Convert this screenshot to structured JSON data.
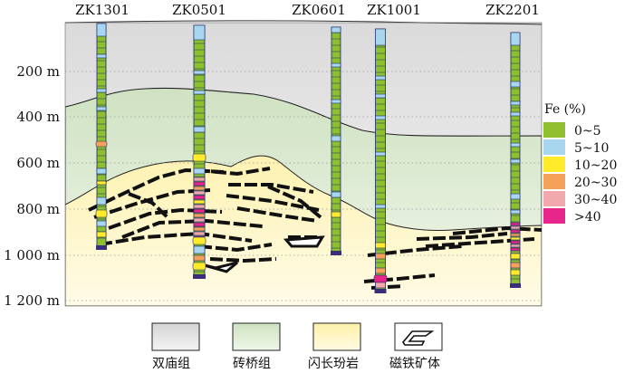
{
  "boreholes": [
    "ZK1301",
    "ZK0501",
    "ZK0601",
    "ZK1001",
    "ZK2201"
  ],
  "depth_axis": {
    "labels": [
      "200 m",
      "400 m",
      "600 m",
      "800 m",
      "1 000 m",
      "1 200 m"
    ]
  },
  "fe_legend": {
    "title": "Fe (%)",
    "classes": [
      {
        "label": "0~5",
        "color": "#8dbf2f"
      },
      {
        "label": "5~10",
        "color": "#a9d6ef"
      },
      {
        "label": "10~20",
        "color": "#ffeb2a"
      },
      {
        "label": "20~30",
        "color": "#f4a15a"
      },
      {
        "label": "30~40",
        "color": "#f2a9ad"
      },
      {
        "label": ">40",
        "color": "#e8258a"
      }
    ]
  },
  "unit_legend": [
    {
      "label": "双庙组",
      "color": "#ececec"
    },
    {
      "label": "砖桥组",
      "color": "#e3f0da"
    },
    {
      "label": "闪长玢岩",
      "color": "#fdf5c2"
    },
    {
      "label": "磁铁矿体",
      "color": "#ffffff"
    }
  ]
}
